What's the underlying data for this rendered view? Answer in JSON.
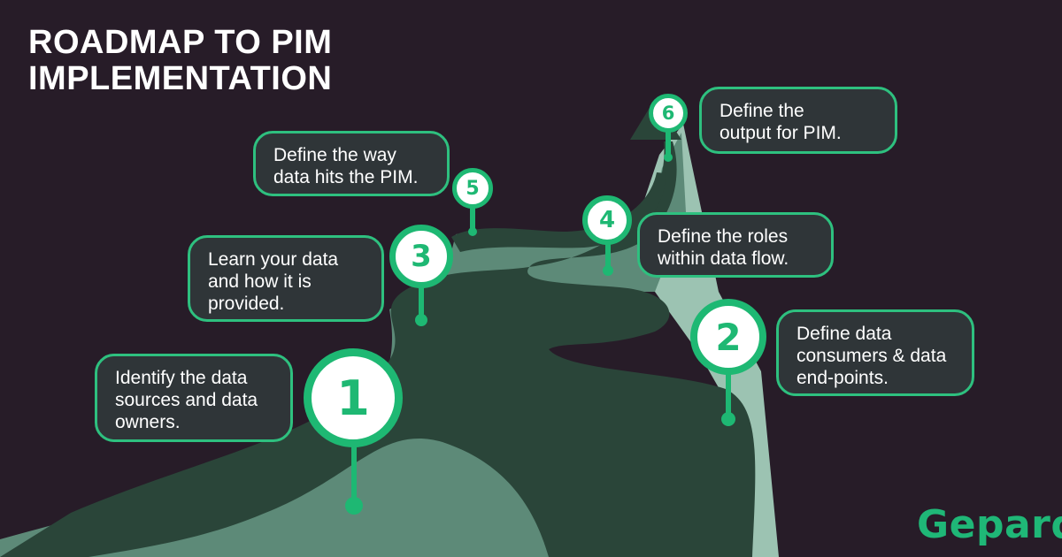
{
  "title": {
    "line1": "ROADMAP TO PIM",
    "line2": "IMPLEMENTATION"
  },
  "steps": [
    {
      "number": "1",
      "lines": [
        "Identify the data",
        "sources and data",
        "owners."
      ]
    },
    {
      "number": "2",
      "lines": [
        "Define data",
        "consumers & data",
        "end-points."
      ]
    },
    {
      "number": "3",
      "lines": [
        "Learn your data",
        "and how it is",
        "provided."
      ]
    },
    {
      "number": "4",
      "lines": [
        "Define the roles",
        "within data flow."
      ]
    },
    {
      "number": "5",
      "lines": [
        "Define the way",
        "data hits the PIM."
      ]
    },
    {
      "number": "6",
      "lines": [
        "Define the",
        "output for PIM."
      ]
    }
  ],
  "logo": "Gepard",
  "colors": {
    "background": "#271c28",
    "road": "#2a4539",
    "light_face": "#5d8a78",
    "pale_face": "#9cc3b2",
    "accent": "#1eb873"
  }
}
